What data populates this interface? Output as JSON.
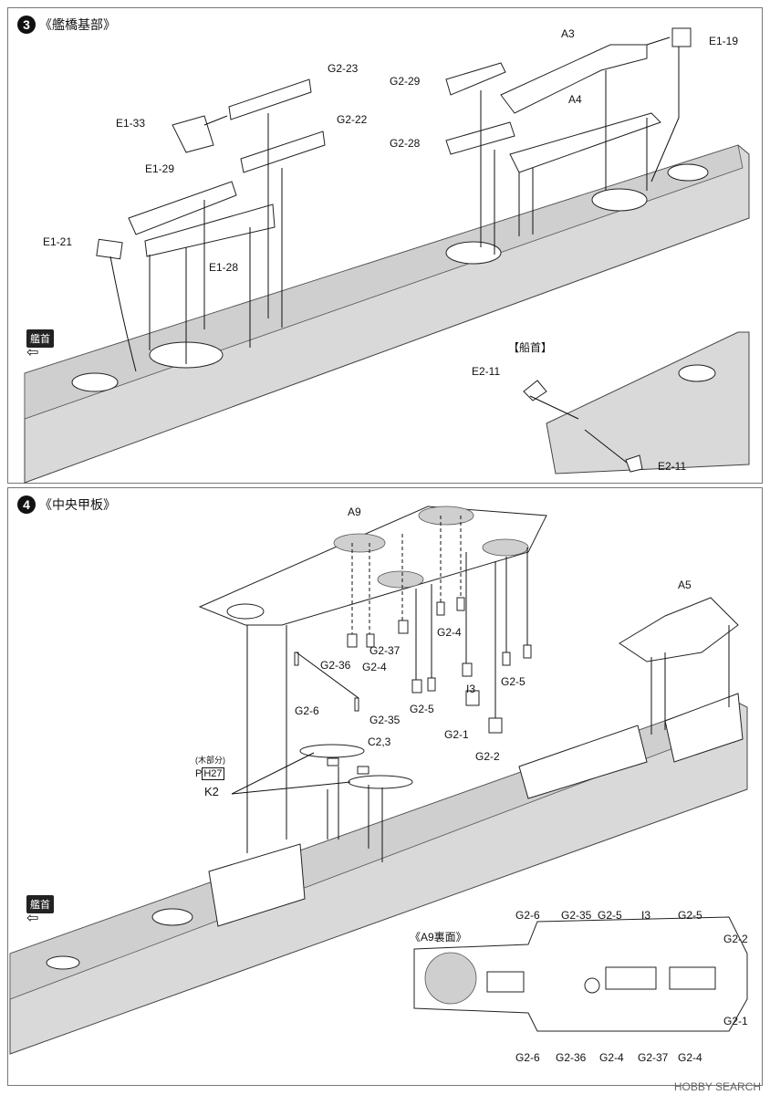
{
  "step3": {
    "number": "3",
    "title": "《艦橋基部》",
    "bow_tag": "艦首",
    "inset_title": "【船首】",
    "labels": {
      "g2_23": "G2-23",
      "e1_33": "E1-33",
      "g2_22": "G2-22",
      "e1_29": "E1-29",
      "e1_21": "E1-21",
      "e1_28": "E1-28",
      "a3": "A3",
      "e1_19": "E1-19",
      "g2_29": "G2-29",
      "a4": "A4",
      "g2_28": "G2-28",
      "e2_11_top": "E2-11",
      "e2_11_bottom": "E2-11"
    }
  },
  "step4": {
    "number": "4",
    "title": "《中央甲板》",
    "bow_tag": "艦首",
    "inset_title": "《A9裏面》",
    "wood_note": "(木部分)",
    "paint_ref": "H27",
    "labels": {
      "a9": "A9",
      "a5": "A5",
      "g2_36": "G2-36",
      "g2_37": "G2-37",
      "g2_4a": "G2-4",
      "g2_4b": "G2-4",
      "i3": "I3",
      "g2_5a": "G2-5",
      "g2_6": "G2-6",
      "g2_35": "G2-35",
      "g2_5b": "G2-5",
      "g2_1": "G2-1",
      "g2_2": "G2-2",
      "c23": "C2,3",
      "k2": "K2"
    },
    "inset_labels": {
      "top": [
        "G2-6",
        "G2-35",
        "G2-5",
        "I3",
        "G2-5"
      ],
      "right_top": "G2-2",
      "right_bottom": "G2-1",
      "bottom": [
        "G2-6",
        "G2-36",
        "G2-4",
        "G2-37",
        "G2-4"
      ]
    }
  },
  "watermark": "HOBBY SEARCH"
}
